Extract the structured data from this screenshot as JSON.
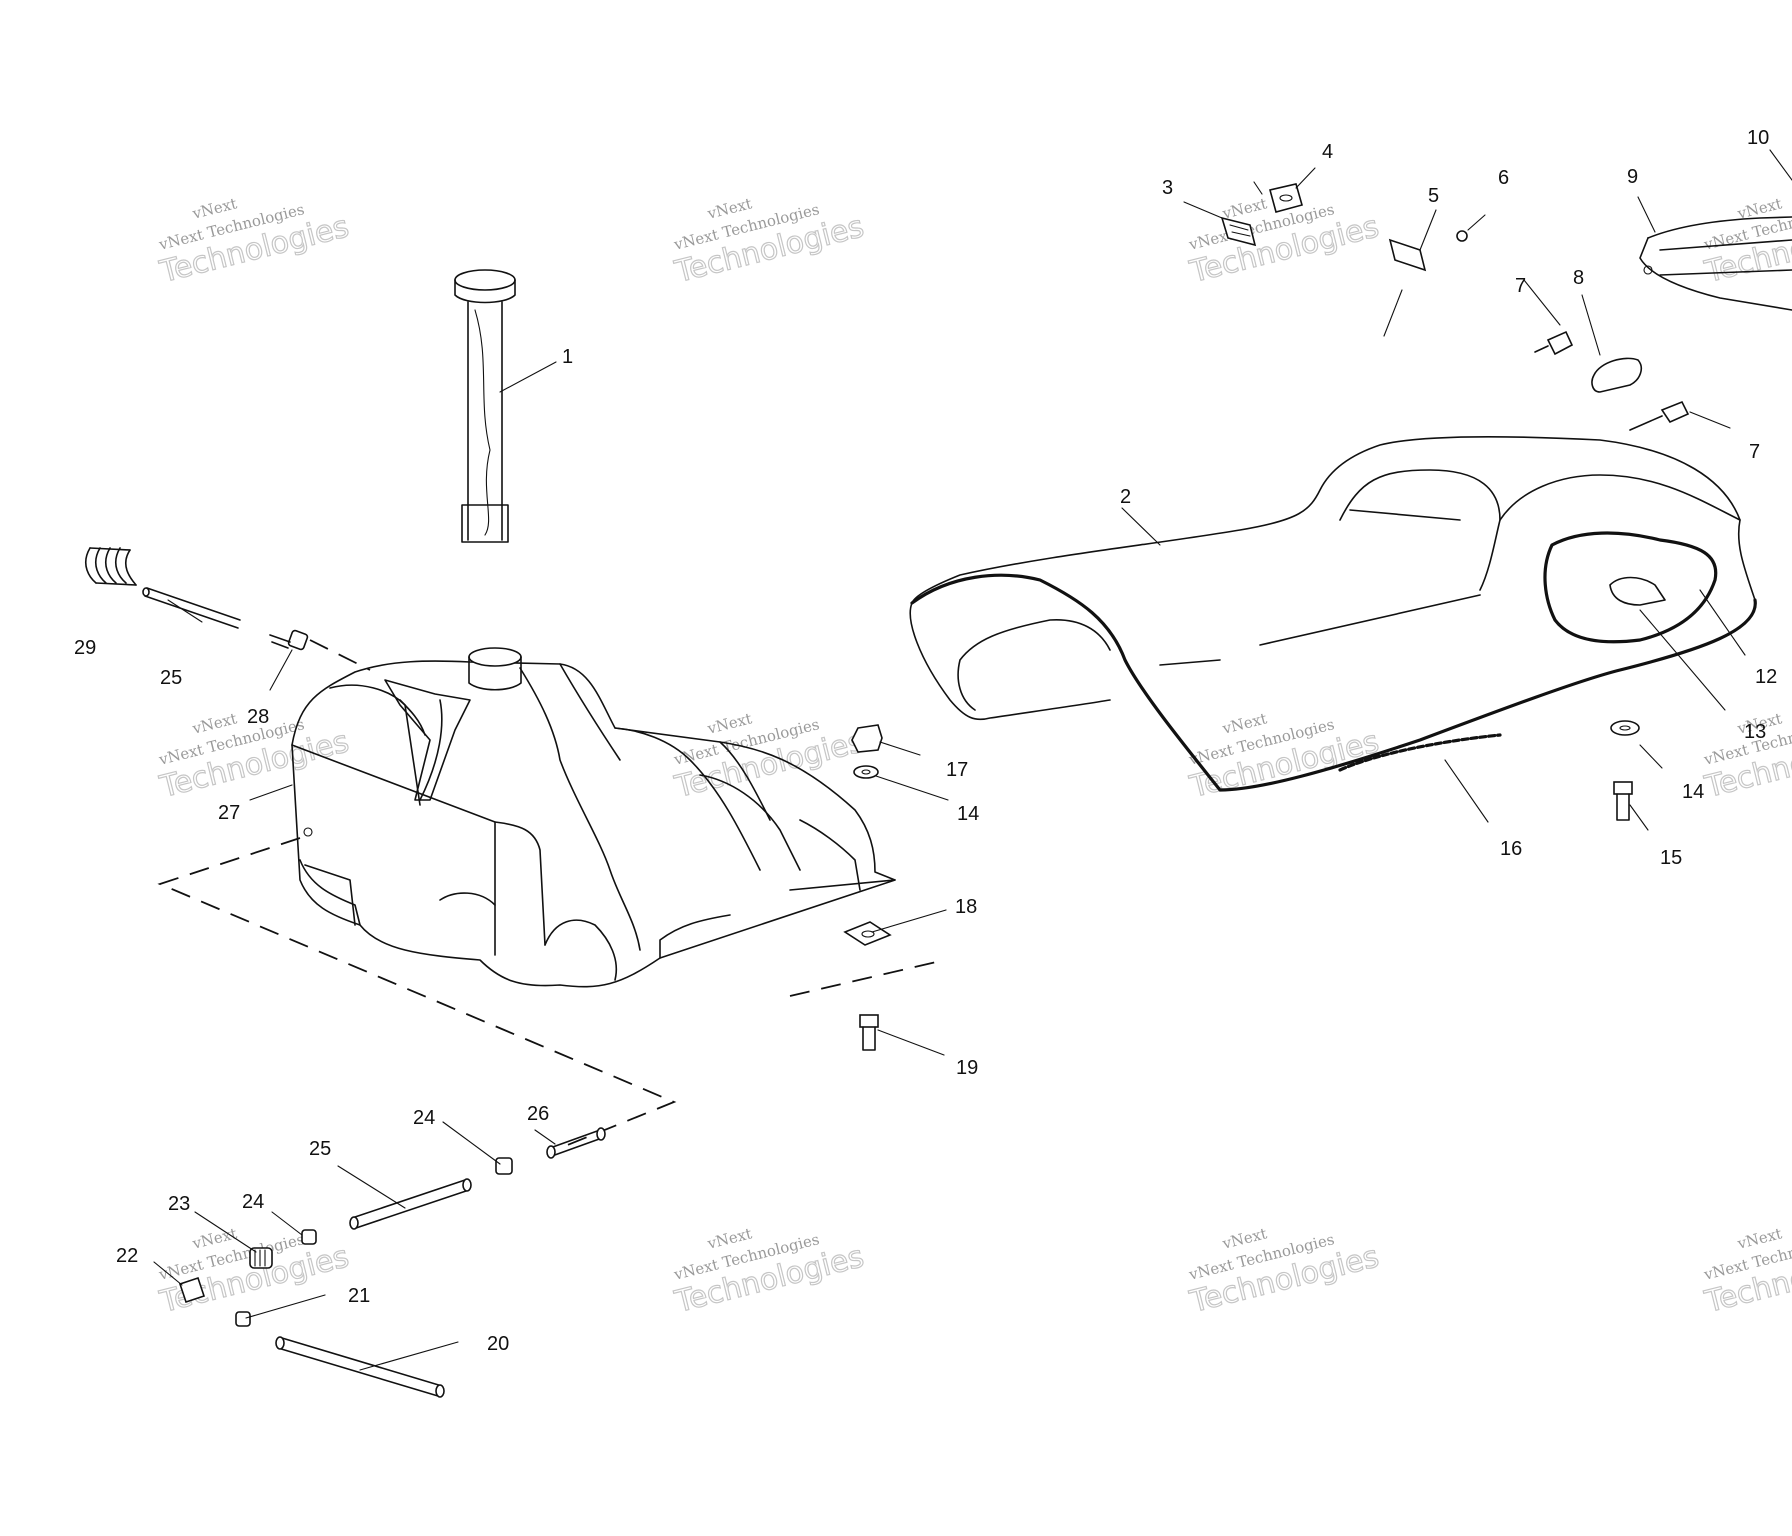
{
  "watermark": {
    "line1": "vNext",
    "line2": "vNext Technologies",
    "line3": "Technologies"
  },
  "parts": {
    "p1": "1",
    "p2": "2",
    "p3": "3",
    "p4": "4",
    "p5": "5",
    "p6": "6",
    "p7a": "7",
    "p7b": "7",
    "p8": "8",
    "p9": "9",
    "p10": "10",
    "p12": "12",
    "p13": "13",
    "p14a": "14",
    "p14b": "14",
    "p15": "15",
    "p16": "16",
    "p17": "17",
    "p18": "18",
    "p19": "19",
    "p20": "20",
    "p21": "21",
    "p22": "22",
    "p23": "23",
    "p24a": "24",
    "p24b": "24",
    "p25a": "25",
    "p25b": "25",
    "p26": "26",
    "p27": "27",
    "p28": "28",
    "p29": "29"
  }
}
